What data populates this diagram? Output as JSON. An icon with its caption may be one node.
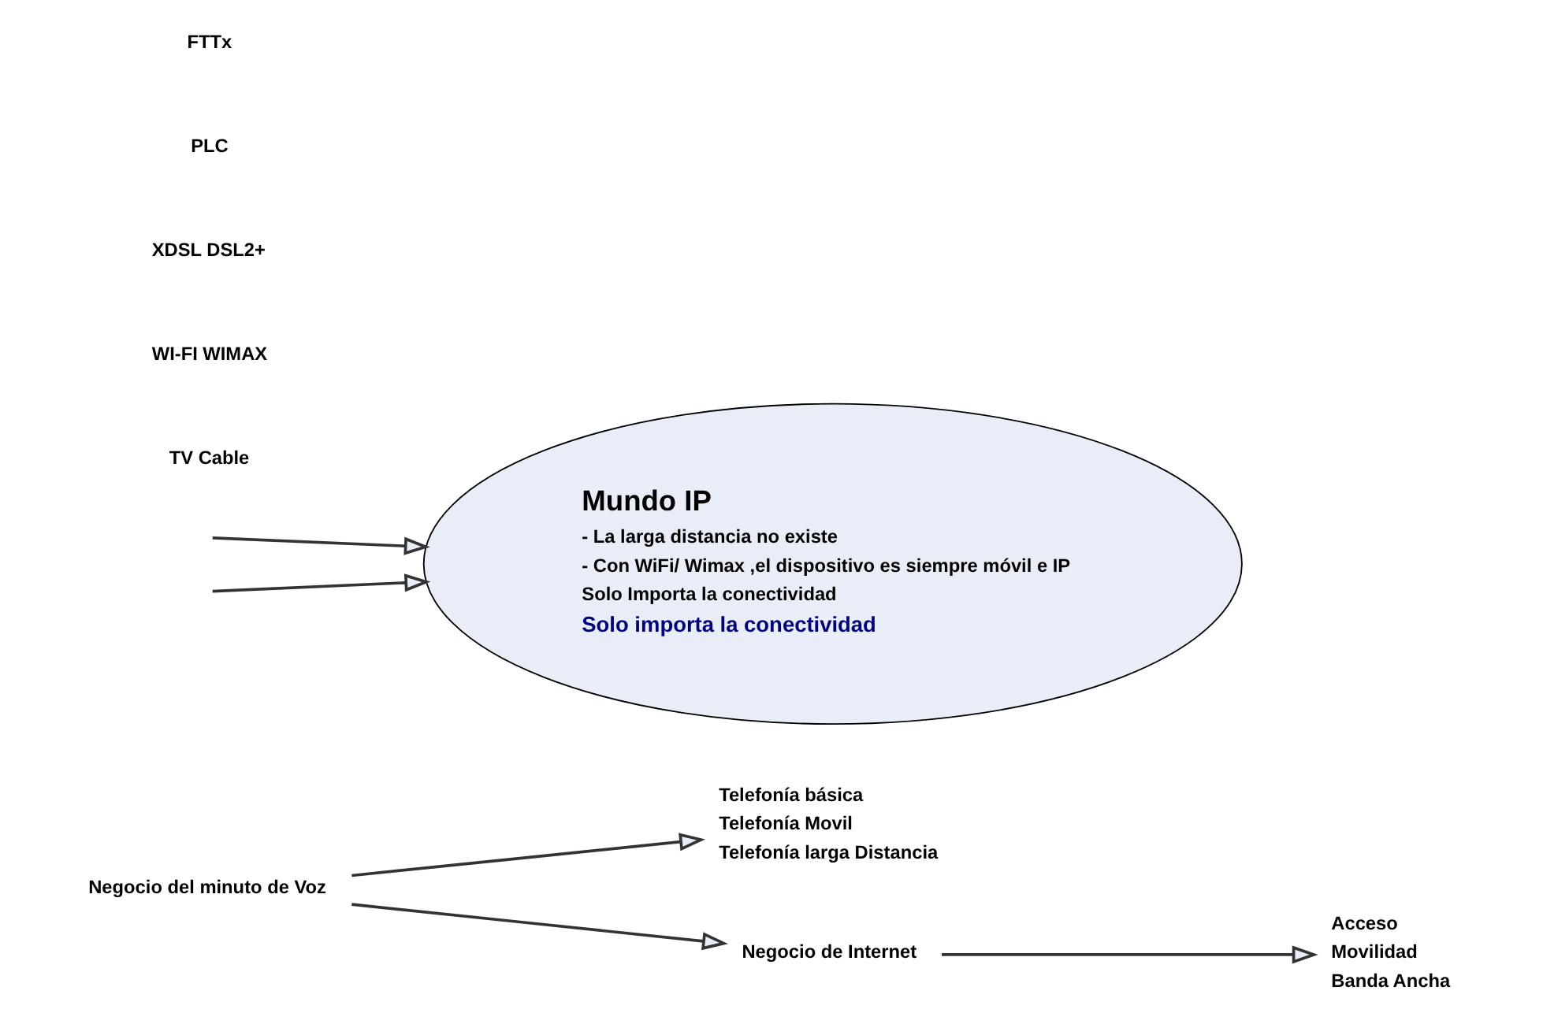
{
  "diagram": {
    "nodes": [
      {
        "text": [
          "Negocio del minuto de Voz"
        ]
      },
      {
        "text": [
          "Telefonía básica",
          "Telefonía Movil",
          "Telefonía larga Distancia"
        ]
      },
      {
        "text": [
          "Negocio de Internet"
        ]
      },
      {
        "text": [
          "Acceso",
          "Movilidad",
          "Banda Ancha"
        ]
      },
      {
        "text": [
          "Mundo IP",
          "- La larga distancia no existe",
          "- Con WiFi/ Wimax ,el dispositivo es siempre móvil e IP",
          "Solo Importa la conectividad",
          "Solo importa la conectividad"
        ]
      }
    ],
    "edges": [
      {
        "from": 0,
        "to": 1,
        "arrow": "to"
      },
      {
        "from": 0,
        "to": 2,
        "arrow": "to"
      },
      {
        "from": 2,
        "to": 3,
        "arrow": "to"
      },
      {
        "from": null,
        "to": 4,
        "arrow": "to"
      },
      {
        "from": null,
        "to": 4,
        "arrow": "to"
      }
    ],
    "labels": [
      "TV Cable",
      "WI-FI WIMAX",
      "XDSL DSL2+",
      "PLC",
      "FTTx"
    ]
  }
}
